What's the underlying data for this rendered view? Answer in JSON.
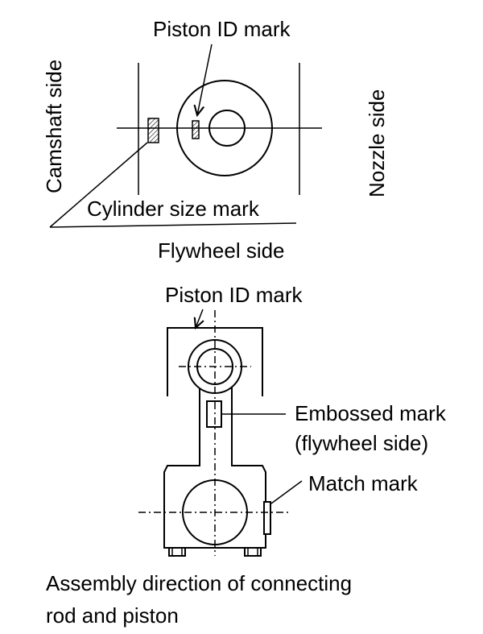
{
  "top_view": {
    "piston_id_mark": "Piston ID mark",
    "camshaft_side": "Camshaft side",
    "nozzle_side": "Nozzle side",
    "cylinder_size_mark": "Cylinder size mark",
    "flywheel_side": "Flywheel side"
  },
  "rod_view": {
    "piston_id_mark": "Piston ID mark",
    "embossed_mark": "Embossed mark",
    "embossed_mark_note": "(flywheel side)",
    "match_mark": "Match mark"
  },
  "caption": {
    "line1": "Assembly direction of connecting",
    "line2": "rod and piston"
  }
}
